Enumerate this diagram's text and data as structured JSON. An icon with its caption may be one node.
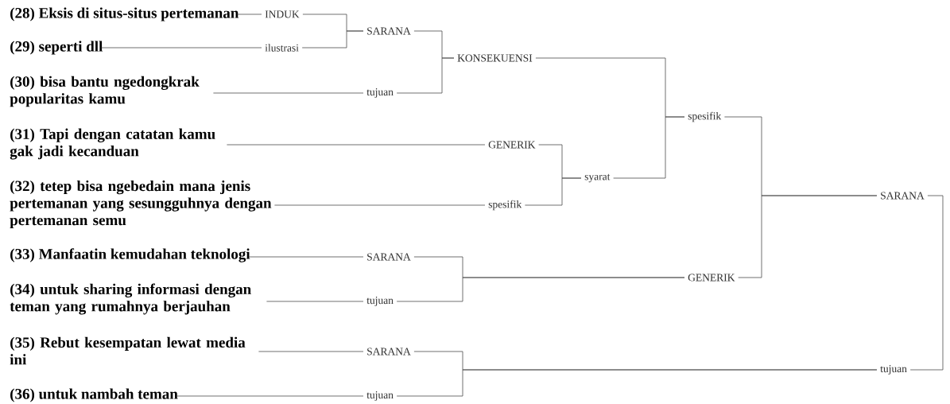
{
  "diagram": {
    "nodes": [
      {
        "text": [
          "(28) Eksis di situs-situs pertemanan"
        ]
      },
      {
        "text": [
          "(29) seperti dll"
        ]
      },
      {
        "text": [
          "(30) bisa bantu ngedongkrak popularitas kamu"
        ]
      },
      {
        "text": [
          "(31) Tapi dengan catatan kamu gak jadi kecanduan"
        ]
      },
      {
        "text": [
          "(32) tetep bisa ngebedain mana jenis pertemanan yang sesungguhnya dengan pertemanan semu"
        ]
      },
      {
        "text": [
          "(33) Manfaatin kemudahan teknologi"
        ]
      },
      {
        "text": [
          "(34) untuk sharing informasi dengan teman yang rumahnya berjauhan"
        ]
      },
      {
        "text": [
          "(35) Rebut kesempatan lewat media ini"
        ]
      },
      {
        "text": [
          "(36) untuk nambah teman"
        ]
      },
      {
        "text": [
          "INDUK"
        ]
      },
      {
        "text": [
          "ilustrasi"
        ]
      },
      {
        "text": [
          "SARANA"
        ]
      },
      {
        "text": [
          "tujuan"
        ]
      },
      {
        "text": [
          "KONSEKUENSI"
        ]
      },
      {
        "text": [
          "GENERIK"
        ]
      },
      {
        "text": [
          "spesifik"
        ]
      },
      {
        "text": [
          "syarat"
        ]
      },
      {
        "text": [
          "spesifik"
        ]
      },
      {
        "text": [
          "SARANA"
        ]
      },
      {
        "text": [
          "tujuan"
        ]
      },
      {
        "text": [
          "GENERIK"
        ]
      },
      {
        "text": [
          "SARANA"
        ]
      },
      {
        "text": [
          "SARANA"
        ]
      },
      {
        "text": [
          "tujuan"
        ]
      },
      {
        "text": [
          "tujuan"
        ]
      }
    ],
    "edges": [
      {
        "from": 0,
        "to": 9,
        "arrow": "none"
      },
      {
        "from": 1,
        "to": 10,
        "arrow": "none"
      },
      {
        "from": 2,
        "to": 12,
        "arrow": "none"
      },
      {
        "from": 3,
        "to": 14,
        "arrow": "none"
      },
      {
        "from": 4,
        "to": 15,
        "arrow": "none"
      },
      {
        "from": 5,
        "to": 18,
        "arrow": "none"
      },
      {
        "from": 6,
        "to": 19,
        "arrow": "none"
      },
      {
        "from": 7,
        "to": 22,
        "arrow": "none"
      },
      {
        "from": 8,
        "to": 23,
        "arrow": "none"
      },
      {
        "from": 9,
        "to": 11,
        "arrow": "none"
      },
      {
        "from": 10,
        "to": 11,
        "arrow": "none"
      },
      {
        "from": 11,
        "to": 13,
        "arrow": "none"
      },
      {
        "from": 12,
        "to": 13,
        "arrow": "none"
      },
      {
        "from": 14,
        "to": 16,
        "arrow": "none"
      },
      {
        "from": 15,
        "to": 16,
        "arrow": "none"
      },
      {
        "from": 13,
        "to": 17,
        "arrow": "none"
      },
      {
        "from": 16,
        "to": 17,
        "arrow": "none"
      },
      {
        "from": 18,
        "to": 20,
        "arrow": "none"
      },
      {
        "from": 19,
        "to": 20,
        "arrow": "none"
      },
      {
        "from": 17,
        "to": 21,
        "arrow": "none"
      },
      {
        "from": 20,
        "to": 21,
        "arrow": "none"
      },
      {
        "from": 22,
        "to": 24,
        "arrow": "none"
      },
      {
        "from": 23,
        "to": 24,
        "arrow": "none"
      },
      {
        "from": 21,
        "to": 24,
        "arrow": "none"
      }
    ]
  }
}
